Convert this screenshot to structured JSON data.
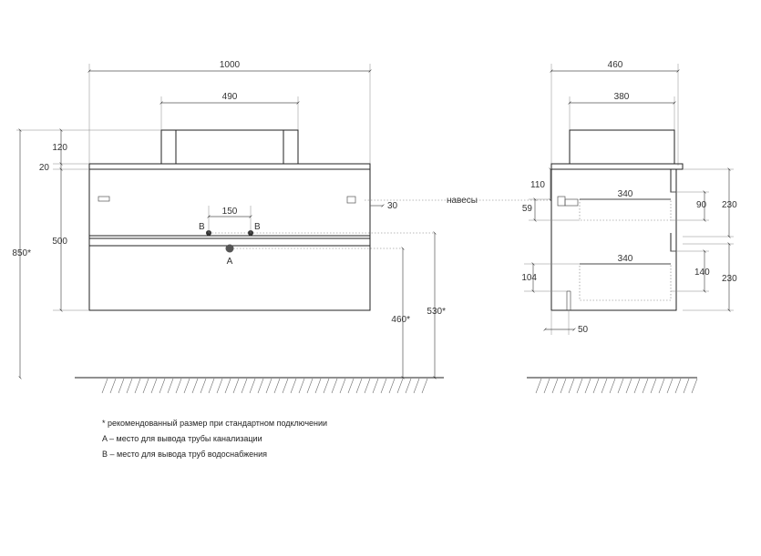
{
  "front_view": {
    "width_total": "1000",
    "basin_width": "490",
    "basin_height": "120",
    "top_thickness": "20",
    "body_height": "500",
    "total_height": "850*",
    "pipe_spacing": "150",
    "label_b_left": "B",
    "label_b_right": "B",
    "label_a": "A",
    "hinge_offset": "30",
    "height_460": "460*",
    "height_530": "530*"
  },
  "side_view": {
    "depth_total": "460",
    "basin_depth": "380",
    "hinges_label": "навесы",
    "hinge_top": "110",
    "hinge_59": "59",
    "drawer_inner_top": "340",
    "drawer_inner_bottom": "340",
    "drawer_90": "90",
    "drawer_h_top": "230",
    "drawer_h_bottom": "230",
    "dim_104": "104",
    "dim_140": "140",
    "dim_50": "50"
  },
  "notes": [
    "* рекомендованный размер при стандартном подключении",
    "A – место для вывода трубы канализации",
    "B – место для вывода труб водоснабжения"
  ]
}
